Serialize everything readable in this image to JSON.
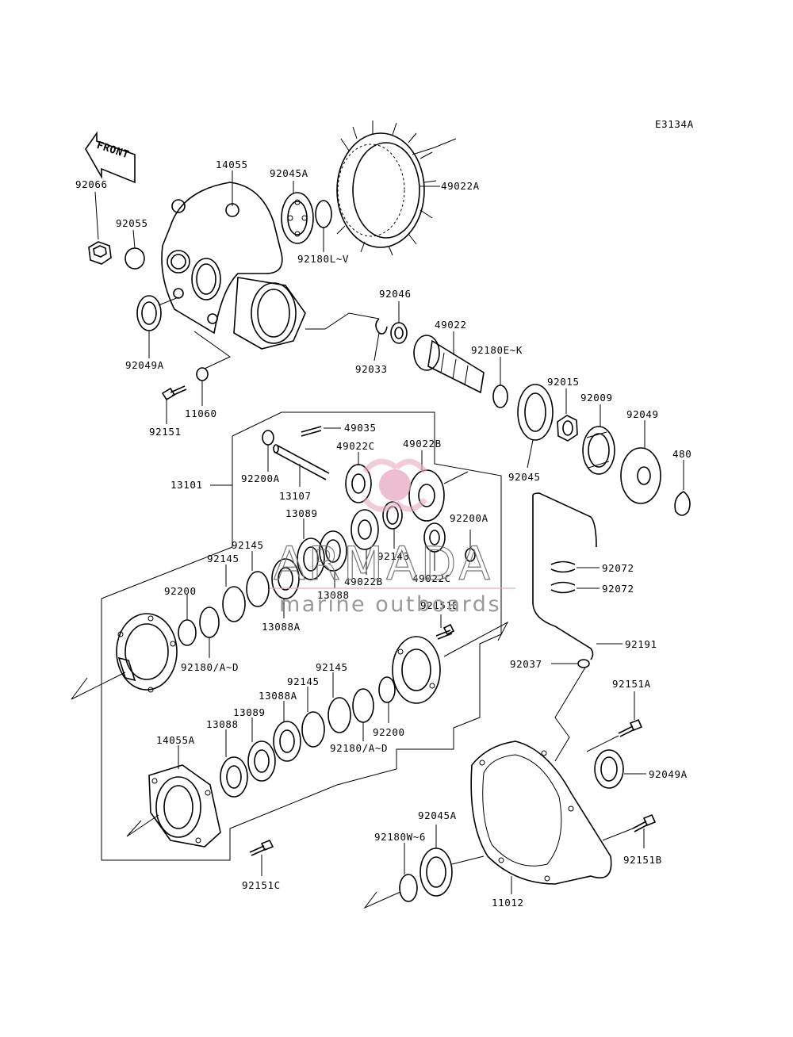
{
  "diagram_code": "E3134A",
  "front_label": "FRONT",
  "watermark": {
    "brand": "ARMADA",
    "tagline": "marine outboards",
    "logo_color": "#e6a8c0"
  },
  "labels": {
    "p14055": "14055",
    "p92045A_top": "92045A",
    "p92066": "92066",
    "p92055": "92055",
    "p49022A": "49022A",
    "p92180LV": "92180L~V",
    "p92046": "92046",
    "p92049A_left": "92049A",
    "p49022": "49022",
    "p92180EK": "92180E~K",
    "p92033": "92033",
    "p92015": "92015",
    "p92009": "92009",
    "p92049": "92049",
    "p11060": "11060",
    "p92151": "92151",
    "p49035": "49035",
    "p49022C_top": "49022C",
    "p49022B_top": "49022B",
    "p480": "480",
    "p13101": "13101",
    "p92200A_left": "92200A",
    "p13107": "13107",
    "p92045_mid": "92045",
    "p13089_top": "13089",
    "p92200A_right": "92200A",
    "p92145_a": "92145",
    "p92145_b": "92145",
    "p92143": "92143",
    "p49022B_bot": "49022B",
    "p49022C_bot": "49022C",
    "p13088_top": "13088",
    "p92072_a": "92072",
    "p92072_b": "92072",
    "p92200_left": "92200",
    "p13088A_top": "13088A",
    "p92151D": "92151D",
    "p92180AD_left": "92180/A~D",
    "p92191": "92191",
    "p92145_c": "92145",
    "p92037": "92037",
    "p92145_d": "92145",
    "p13088A_bot": "13088A",
    "p13089_bot": "13089",
    "p13088_bot": "13088",
    "p92200_bot": "92200",
    "p92180AD_bot": "92180/A~D",
    "p92151A": "92151A",
    "p14055A": "14055A",
    "p92049A_right": "92049A",
    "p92045A_bot": "92045A",
    "p92180W6": "92180W~6",
    "p92151B": "92151B",
    "p92151C": "92151C",
    "p11012": "11012"
  }
}
